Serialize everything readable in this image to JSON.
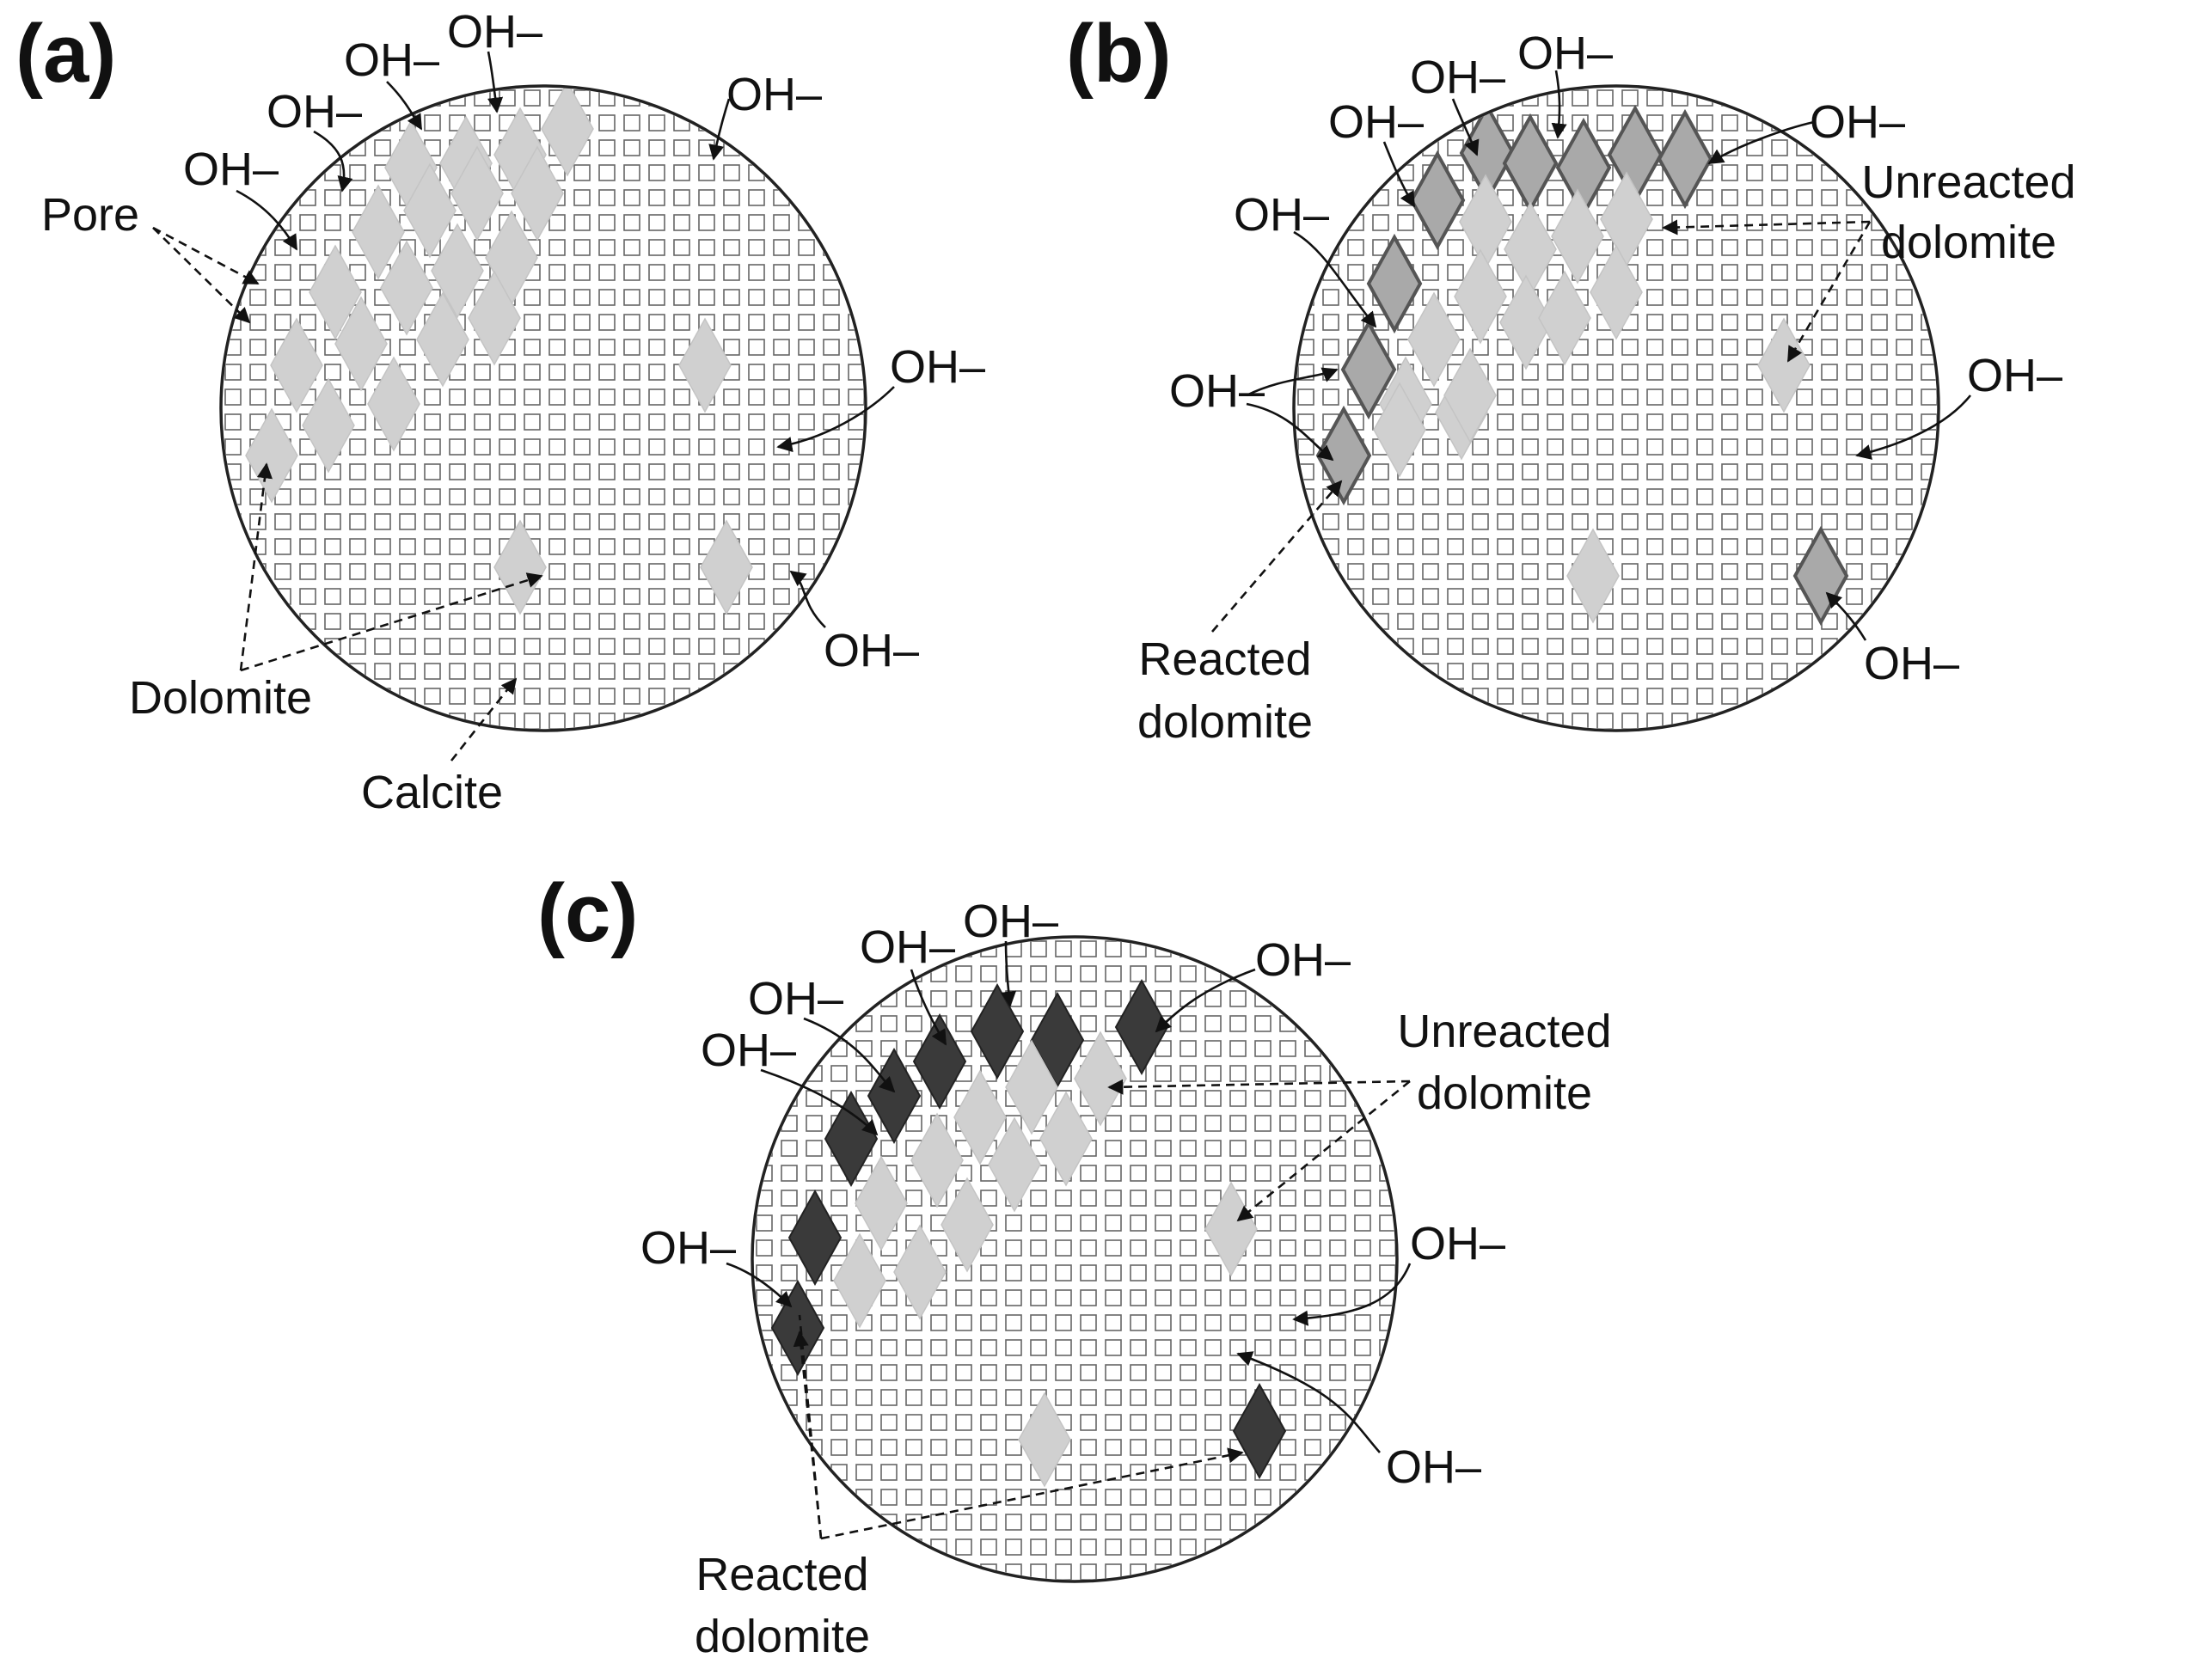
{
  "labels": {
    "ion": "OH–",
    "pore": "Pore",
    "dolomite": "Dolomite",
    "calcite": "Calcite",
    "unreacted": [
      "Unreacted",
      "dolomite"
    ],
    "reacted": [
      "Reacted",
      "dolomite"
    ]
  },
  "colors": {
    "dolomite": "#d0d0d0",
    "dolomite_edge": "#c4c4c4",
    "reacted_partial": "#a9a9a9",
    "reacted_partial_edge": "#555555",
    "reacted_full": "#3a3a3a",
    "grid_square": "#666666",
    "outline": "#222222"
  },
  "panels": [
    {
      "id": "a",
      "title": "(a)"
    },
    {
      "id": "b",
      "title": "(b)"
    },
    {
      "id": "c",
      "title": "(c)"
    }
  ]
}
